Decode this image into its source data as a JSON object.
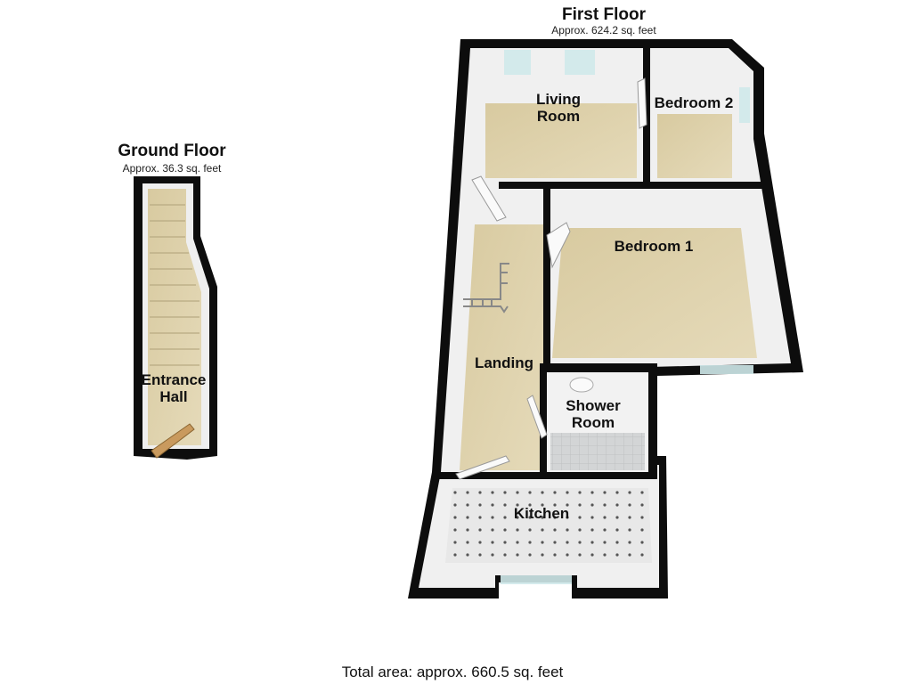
{
  "ground_floor": {
    "title": "Ground Floor",
    "area": "Approx. 36.3 sq. feet",
    "rooms": {
      "entrance_hall_line1": "Entrance",
      "entrance_hall_line2": "Hall"
    }
  },
  "first_floor": {
    "title": "First Floor",
    "area": "Approx. 624.2 sq. feet",
    "rooms": {
      "living_room_line1": "Living",
      "living_room_line2": "Room",
      "bedroom_2": "Bedroom 2",
      "bedroom_1": "Bedroom 1",
      "landing": "Landing",
      "shower_room_line1": "Shower",
      "shower_room_line2": "Room",
      "kitchen": "Kitchen"
    }
  },
  "total_area": "Total area: approx. 660.5 sq. feet",
  "colors": {
    "wall": "#0d0d0d",
    "carpet": "#dccfa8",
    "wall_face": "#f2f2f2",
    "window": "#cfe9ea",
    "tile": "#d6d6d6",
    "kitchen_floor": "#e6e6e6"
  }
}
